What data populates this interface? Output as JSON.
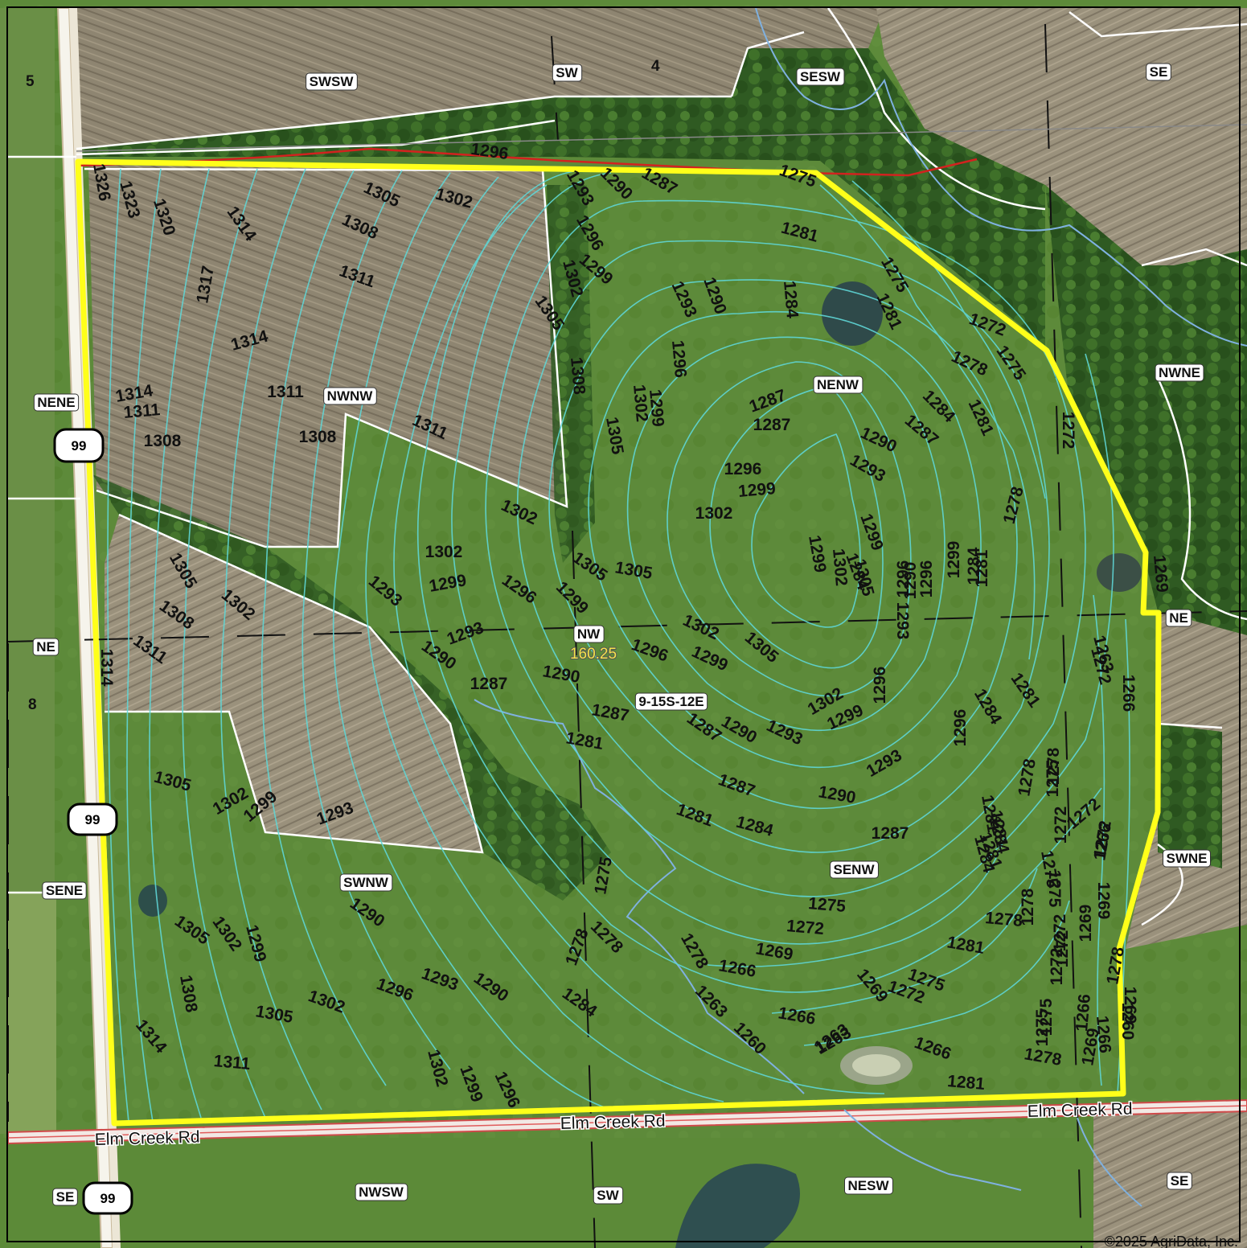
{
  "quarter_labels": [
    {
      "text": "SWSW"
    },
    {
      "text": "SW"
    },
    {
      "text": "SESW"
    },
    {
      "text": "SE"
    },
    {
      "text": "NENE"
    },
    {
      "text": "NWNW"
    },
    {
      "text": "NENW"
    },
    {
      "text": "NWNE"
    },
    {
      "text": "NE"
    },
    {
      "text": "NE"
    },
    {
      "text": "NW"
    },
    {
      "text": "9-15S-12E"
    },
    {
      "text": "SENE"
    },
    {
      "text": "SWNW"
    },
    {
      "text": "SENW"
    },
    {
      "text": "SWNE"
    },
    {
      "text": "NWSW"
    },
    {
      "text": "SW"
    },
    {
      "text": "NESW"
    },
    {
      "text": "SE"
    },
    {
      "text": "SE"
    }
  ],
  "section_numbers": [
    {
      "text": "5"
    },
    {
      "text": "4"
    },
    {
      "text": "8"
    }
  ],
  "highway_shields": [
    {
      "text": "99"
    },
    {
      "text": "99"
    },
    {
      "text": "99"
    }
  ],
  "road_labels": [
    {
      "text": "Elm Creek Rd"
    },
    {
      "text": "Elm Creek Rd"
    },
    {
      "text": "Elm Creek Rd"
    }
  ],
  "acreage": "160.25",
  "credit": "©2025 AgriData, Inc.",
  "contour_labels": [
    "1296",
    "1326",
    "1323",
    "1320",
    "1314",
    "1317",
    "1305",
    "1302",
    "1308",
    "1311",
    "1314",
    "1314",
    "1311",
    "1308",
    "1311",
    "1308",
    "1311",
    "1293",
    "1290",
    "1287",
    "1275",
    "1296",
    "1299",
    "1302",
    "1305",
    "1308",
    "1281",
    "1284",
    "1290",
    "1293",
    "1296",
    "1275",
    "1281",
    "1272",
    "1275",
    "1278",
    "1302",
    "1299",
    "1305",
    "1287",
    "1284",
    "1287",
    "1281",
    "1290",
    "1293",
    "1296",
    "1299",
    "1302",
    "1272",
    "1278",
    "1302",
    "1305",
    "1299",
    "1302",
    "1299",
    "1296",
    "1302",
    "1299",
    "1305",
    "1296",
    "1299",
    "1284",
    "1287",
    "1290",
    "1281",
    "1305",
    "1302",
    "1308",
    "1311",
    "1314",
    "1305",
    "1299",
    "1296",
    "1293",
    "1293",
    "1290",
    "1302",
    "1299",
    "1296",
    "1305",
    "1293",
    "1287",
    "1290",
    "1287",
    "1281",
    "1284",
    "1302",
    "1299",
    "1296",
    "1293",
    "1290",
    "1287",
    "1284",
    "1281",
    "1278",
    "1296",
    "1263",
    "1269",
    "1272",
    "1266",
    "1305",
    "1302",
    "1299",
    "1293",
    "1287",
    "1281",
    "1284",
    "1287",
    "1290",
    "1293",
    "1275",
    "1278",
    "1281",
    "1284",
    "1275",
    "1269",
    "1272",
    "1278",
    "1272",
    "1266",
    "1290",
    "1305",
    "1302",
    "1299",
    "1293",
    "1296",
    "1290",
    "1284",
    "1278",
    "1278",
    "1275",
    "1272",
    "1269",
    "1266",
    "1263",
    "1260",
    "1278",
    "1281",
    "1275",
    "1272",
    "1269",
    "1266",
    "1263",
    "1266",
    "1269",
    "1272",
    "1275",
    "1278",
    "1281",
    "1263",
    "1266",
    "1272",
    "1275",
    "1278",
    "1281",
    "1284",
    "1281",
    "1278",
    "1275",
    "1272",
    "1269",
    "1266",
    "1260",
    "1269",
    "1272",
    "1275",
    "1308",
    "1305",
    "1302",
    "1314",
    "1311",
    "1302",
    "1299",
    "1296"
  ]
}
